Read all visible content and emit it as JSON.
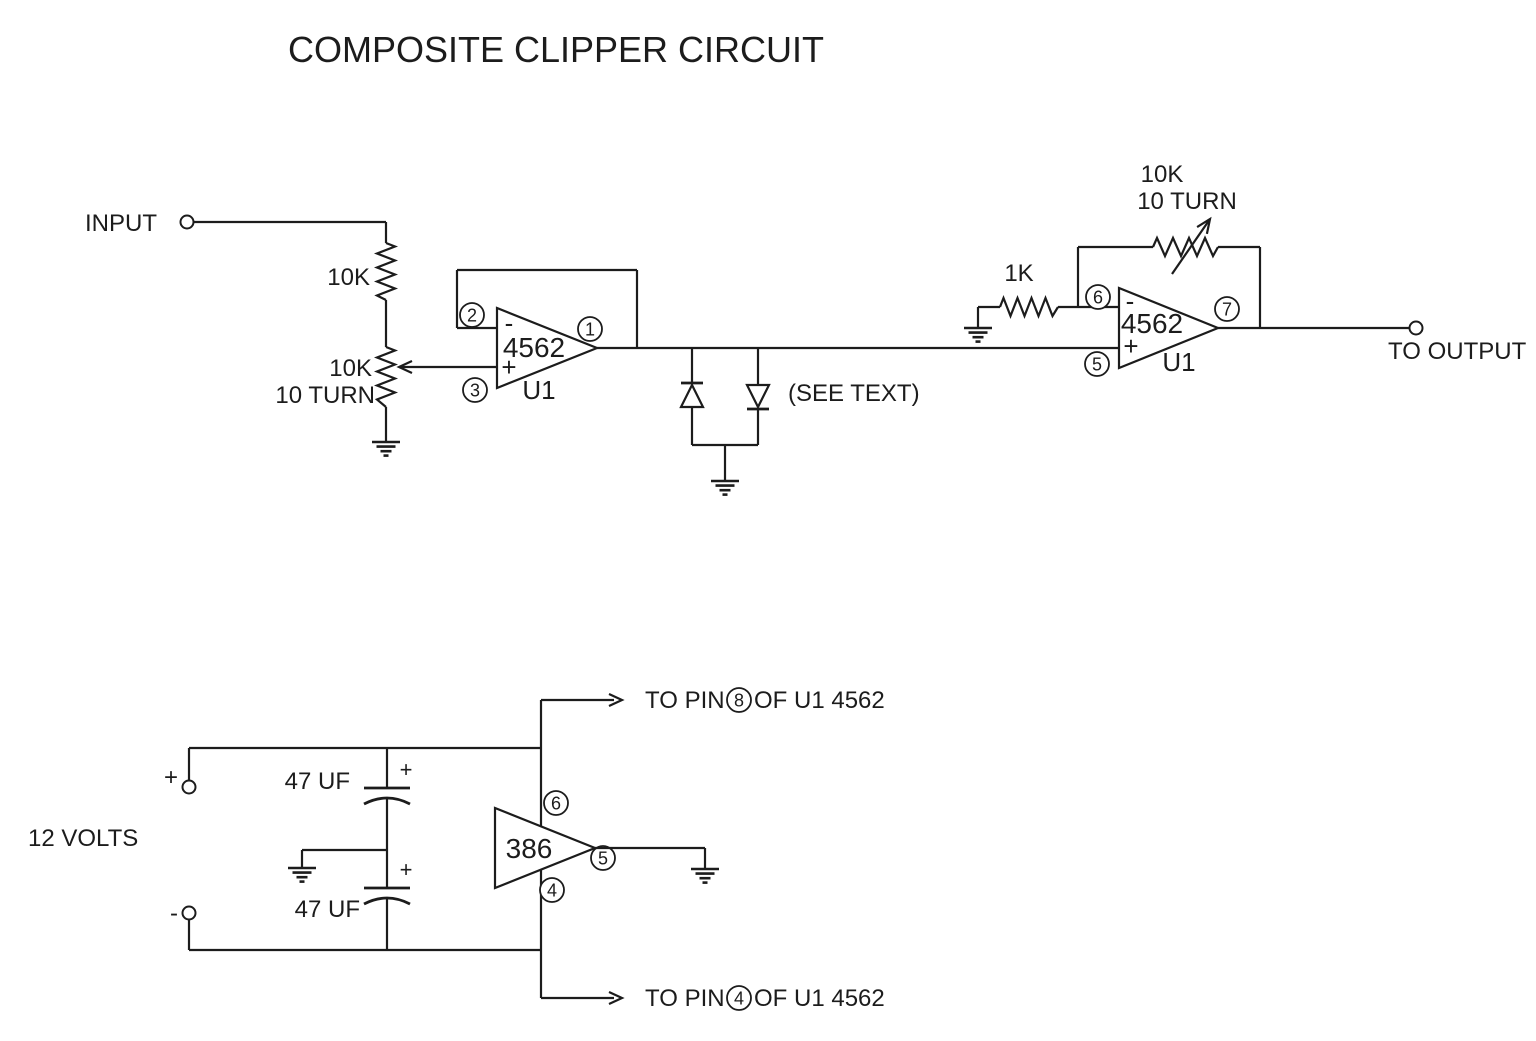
{
  "title": "COMPOSITE CLIPPER CIRCUIT",
  "colors": {
    "line": "#1c1c1c",
    "background": "#ffffff"
  },
  "input_stage": {
    "label": "INPUT",
    "r1": "10K",
    "pot": "10K",
    "pot_turns": "10 TURN"
  },
  "opamp1": {
    "part": "4562",
    "ref": "U1",
    "minus": "-",
    "plus": "+",
    "pins": {
      "inverting": "2",
      "noninverting": "3",
      "output": "1"
    }
  },
  "clipper": {
    "note": "(SEE TEXT)"
  },
  "gain_stage": {
    "r2": "1K",
    "pot": "10K",
    "pot_turns": "10 TURN",
    "output_label": "TO OUTPUT"
  },
  "opamp2": {
    "part": "4562",
    "ref": "U1",
    "minus": "-",
    "plus": "+",
    "pins": {
      "inverting": "6",
      "noninverting": "5",
      "output": "7"
    }
  },
  "power": {
    "supply": "12 VOLTS",
    "plus": "+",
    "minus": "-",
    "cap1": "47 UF",
    "cap1_pol": "+",
    "cap2": "47 UF",
    "cap2_pol": "+",
    "amp": "386",
    "pins": {
      "vplus": "6",
      "vminus": "4",
      "out": "5"
    },
    "pin8_note": {
      "prefix": "TO PIN",
      "pin": "8",
      "suffix": "OF U1 4562"
    },
    "pin4_note": {
      "prefix": "TO PIN",
      "pin": "4",
      "suffix": "OF U1 4562"
    }
  }
}
